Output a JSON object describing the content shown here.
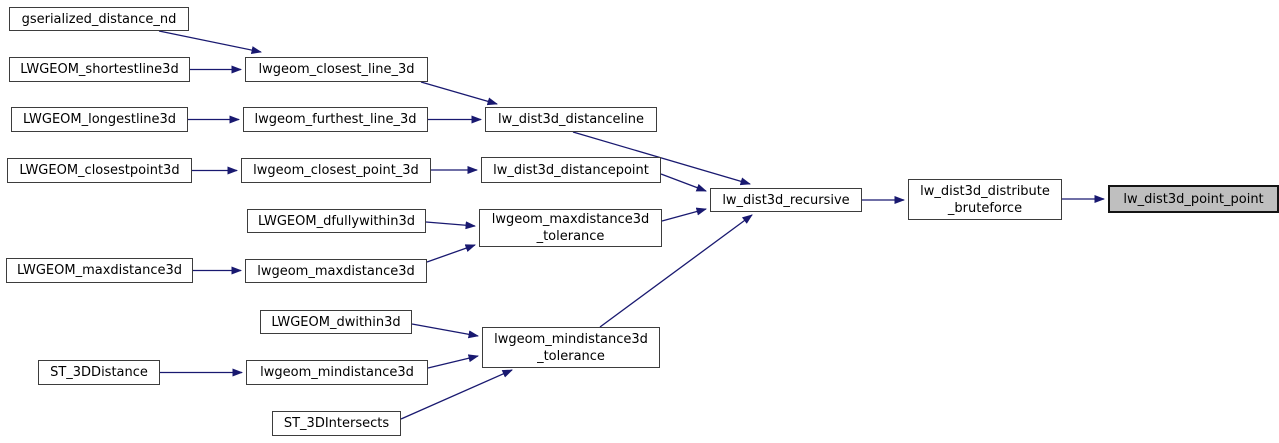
{
  "diagram": {
    "type": "call-graph",
    "colors": {
      "background": "#ffffff",
      "edge": "#191970",
      "node_border": "#3d3d3d",
      "node_fill": "#ffffff",
      "highlight_fill": "#bfbfbf"
    },
    "nodes": [
      {
        "id": "gserialized_distance_nd",
        "label": "gserialized_distance_nd"
      },
      {
        "id": "LWGEOM_shortestline3d",
        "label": "LWGEOM_shortestline3d"
      },
      {
        "id": "LWGEOM_longestline3d",
        "label": "LWGEOM_longestline3d"
      },
      {
        "id": "LWGEOM_closestpoint3d",
        "label": "LWGEOM_closestpoint3d"
      },
      {
        "id": "LWGEOM_maxdistance3d",
        "label": "LWGEOM_maxdistance3d"
      },
      {
        "id": "ST_3DDistance",
        "label": "ST_3DDistance"
      },
      {
        "id": "lwgeom_closest_line_3d",
        "label": "lwgeom_closest_line_3d"
      },
      {
        "id": "lwgeom_furthest_line_3d",
        "label": "lwgeom_furthest_line_3d"
      },
      {
        "id": "lwgeom_closest_point_3d",
        "label": "lwgeom_closest_point_3d"
      },
      {
        "id": "LWGEOM_dfullywithin3d",
        "label": "LWGEOM_dfullywithin3d"
      },
      {
        "id": "lwgeom_maxdistance3d",
        "label": "lwgeom_maxdistance3d"
      },
      {
        "id": "LWGEOM_dwithin3d",
        "label": "LWGEOM_dwithin3d"
      },
      {
        "id": "lwgeom_mindistance3d",
        "label": "lwgeom_mindistance3d"
      },
      {
        "id": "ST_3DIntersects",
        "label": "ST_3DIntersects"
      },
      {
        "id": "lw_dist3d_distanceline",
        "label": "lw_dist3d_distanceline"
      },
      {
        "id": "lw_dist3d_distancepoint",
        "label": "lw_dist3d_distancepoint"
      },
      {
        "id": "lwgeom_maxdistance3d_tolerance",
        "label": "lwgeom_maxdistance3d\n_tolerance"
      },
      {
        "id": "lwgeom_mindistance3d_tolerance",
        "label": "lwgeom_mindistance3d\n_tolerance"
      },
      {
        "id": "lw_dist3d_recursive",
        "label": "lw_dist3d_recursive"
      },
      {
        "id": "lw_dist3d_distribute_bruteforce",
        "label": "lw_dist3d_distribute\n_bruteforce"
      },
      {
        "id": "lw_dist3d_point_point",
        "label": "lw_dist3d_point_point",
        "highlighted": true
      }
    ],
    "edges": [
      {
        "from": "gserialized_distance_nd",
        "to": "lwgeom_closest_line_3d"
      },
      {
        "from": "LWGEOM_shortestline3d",
        "to": "lwgeom_closest_line_3d"
      },
      {
        "from": "LWGEOM_longestline3d",
        "to": "lwgeom_furthest_line_3d"
      },
      {
        "from": "lwgeom_closest_line_3d",
        "to": "lw_dist3d_distanceline"
      },
      {
        "from": "lwgeom_furthest_line_3d",
        "to": "lw_dist3d_distanceline"
      },
      {
        "from": "LWGEOM_closestpoint3d",
        "to": "lwgeom_closest_point_3d"
      },
      {
        "from": "lwgeom_closest_point_3d",
        "to": "lw_dist3d_distancepoint"
      },
      {
        "from": "LWGEOM_dfullywithin3d",
        "to": "lwgeom_maxdistance3d_tolerance"
      },
      {
        "from": "LWGEOM_maxdistance3d",
        "to": "lwgeom_maxdistance3d"
      },
      {
        "from": "lwgeom_maxdistance3d",
        "to": "lwgeom_maxdistance3d_tolerance"
      },
      {
        "from": "LWGEOM_dwithin3d",
        "to": "lwgeom_mindistance3d_tolerance"
      },
      {
        "from": "ST_3DDistance",
        "to": "lwgeom_mindistance3d"
      },
      {
        "from": "lwgeom_mindistance3d",
        "to": "lwgeom_mindistance3d_tolerance"
      },
      {
        "from": "ST_3DIntersects",
        "to": "lwgeom_mindistance3d_tolerance"
      },
      {
        "from": "lw_dist3d_distanceline",
        "to": "lw_dist3d_recursive"
      },
      {
        "from": "lw_dist3d_distancepoint",
        "to": "lw_dist3d_recursive"
      },
      {
        "from": "lwgeom_maxdistance3d_tolerance",
        "to": "lw_dist3d_recursive"
      },
      {
        "from": "lwgeom_mindistance3d_tolerance",
        "to": "lw_dist3d_recursive"
      },
      {
        "from": "lw_dist3d_recursive",
        "to": "lw_dist3d_distribute_bruteforce"
      },
      {
        "from": "lw_dist3d_distribute_bruteforce",
        "to": "lw_dist3d_point_point"
      }
    ]
  }
}
